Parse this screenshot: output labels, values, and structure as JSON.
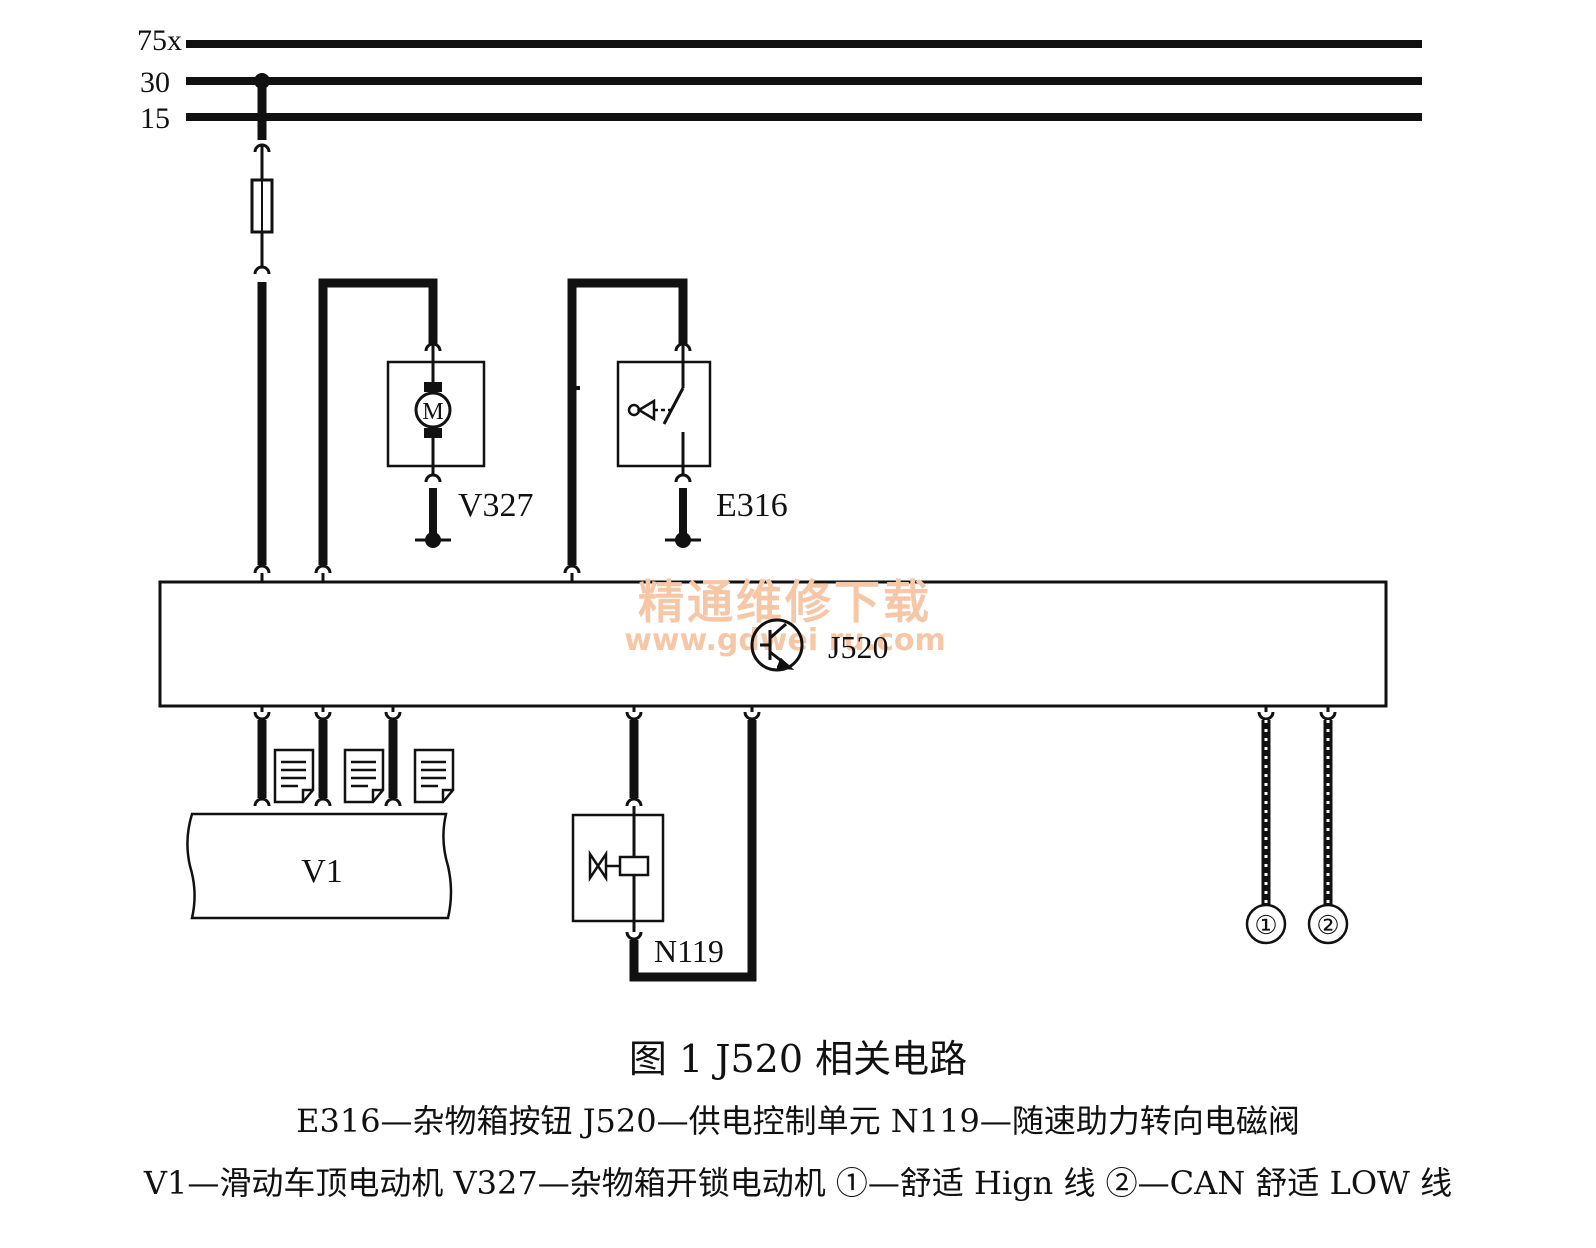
{
  "diagram": {
    "rails": {
      "r75x": "75x",
      "r30": "30",
      "r15": "15"
    },
    "components": {
      "motor_symbol": "M",
      "v327": "V327",
      "e316": "E316",
      "j520": "J520",
      "v1": "V1",
      "n119": "N119",
      "can_high_marker": "①",
      "can_low_marker": "②"
    },
    "watermark": {
      "line1": "精通维修下载",
      "line2": "www.gdwei ru.com"
    },
    "caption": {
      "title": "图 1  J520 相关电路",
      "legend_line1": "E316—杂物箱按钮    J520—供电控制单元    N119—随速助力转向电磁阀",
      "legend_line2": "V1—滑动车顶电动机    V327—杂物箱开锁电动机    ①—舒适 Hign 线    ②—CAN 舒适 LOW 线"
    }
  }
}
